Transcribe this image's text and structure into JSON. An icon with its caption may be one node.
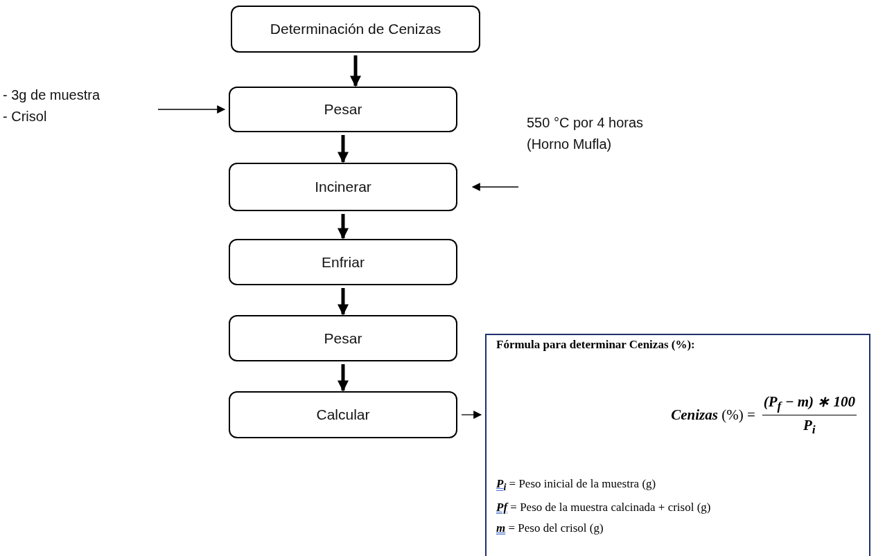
{
  "diagram": {
    "nodes": [
      {
        "text": [
          "Determinación de Cenizas"
        ]
      },
      {
        "text": [
          "Pesar"
        ]
      },
      {
        "text": [
          "Incinerar"
        ]
      },
      {
        "text": [
          "Enfriar"
        ]
      },
      {
        "text": [
          "Pesar"
        ]
      },
      {
        "text": [
          "Calcular"
        ]
      },
      {
        "text": [
          "- 3g de muestra",
          "- Crisol"
        ]
      },
      {
        "text": [
          "550 °C por 4 horas",
          "(Horno Mufla)"
        ]
      },
      {
        "text": [
          "Fórmula para determinar Cenizas (%):",
          "**Cenizas** (%) =",
          "(P$_{f}$ − m) ∗ 100",
          "P$_{i}$",
          "**P$_{i}$** = Peso inicial de la muestra (g)",
          "**Pf** = Peso de la muestra calcinada + crisol (g)",
          "**m** = Peso del crisol (g)"
        ]
      }
    ],
    "edges": [
      {
        "from": 0,
        "to": 1,
        "arrow": "to"
      },
      {
        "from": 1,
        "to": 2,
        "arrow": "to"
      },
      {
        "from": 2,
        "to": 3,
        "arrow": "to"
      },
      {
        "from": 3,
        "to": 4,
        "arrow": "to"
      },
      {
        "from": 4,
        "to": 5,
        "arrow": "to"
      },
      {
        "from": 6,
        "to": 1,
        "arrow": "to"
      },
      {
        "from": 7,
        "to": 2,
        "arrow": "to"
      },
      {
        "from": 5,
        "to": 8,
        "arrow": "to"
      }
    ]
  }
}
